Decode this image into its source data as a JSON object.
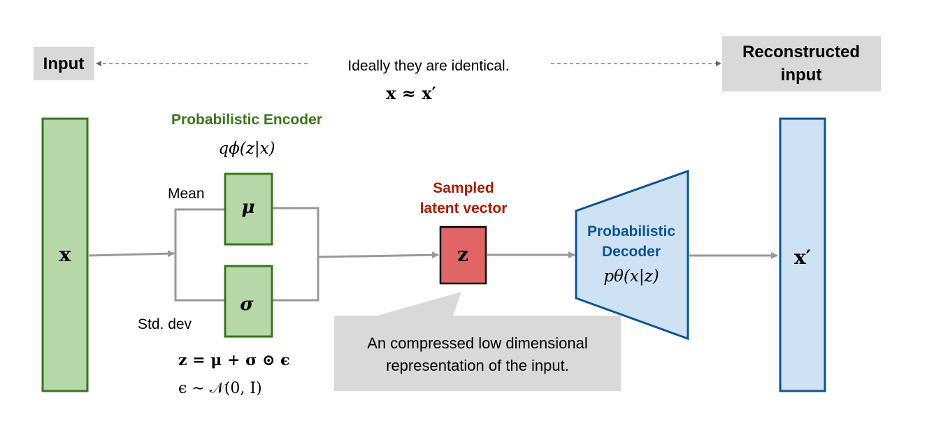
{
  "colors": {
    "encoder_fill": "#b6d7a8",
    "encoder_stroke": "#38761d",
    "decoder_fill": "#cfe2f3",
    "decoder_stroke": "#0b5394",
    "latent_fill": "#e06666",
    "latent_label": "#a61c00",
    "box_gray": "#d9d9d9",
    "arrow_gray": "#999999"
  },
  "top": {
    "input_label": "Input",
    "reconstructed_line1": "Reconstructed",
    "reconstructed_line2": "input",
    "identical_note": "Ideally they are identical.",
    "identical_formula": "x ≈ x′"
  },
  "encoder": {
    "title": "Probabilistic Encoder",
    "formula": "qϕ(z|x)",
    "input_symbol": "x",
    "mean_label": "Mean",
    "mean_symbol": "μ",
    "std_label": "Std. dev",
    "std_symbol": "σ",
    "reparam_formula": "z = μ + σ ⊙ ϵ",
    "noise_formula": "ϵ ∼ 𝒩(0, I)"
  },
  "latent": {
    "label_line1": "Sampled",
    "label_line2": "latent vector",
    "symbol": "z",
    "callout_line1": "An compressed low dimensional",
    "callout_line2": "representation of the input."
  },
  "decoder": {
    "title_line1": "Probabilistic",
    "title_line2": "Decoder",
    "formula": "pθ(x|z)",
    "output_symbol": "x′"
  }
}
